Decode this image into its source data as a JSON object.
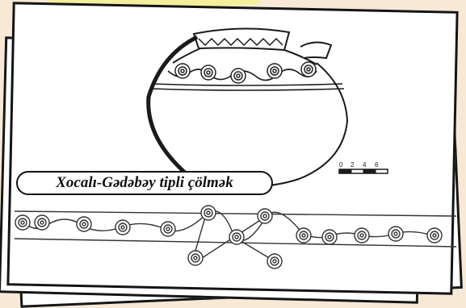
{
  "caption": "Xocalı-Gədəbəy tipli çölmək",
  "colors": {
    "background": "#f7e9d6",
    "paper": "#ffffff",
    "ink": "#141414",
    "accent_strip": "#f3ef9a"
  },
  "icons": [
    "pottery-vessel-drawing",
    "scale-bar",
    "spiral-ornament-band"
  ]
}
